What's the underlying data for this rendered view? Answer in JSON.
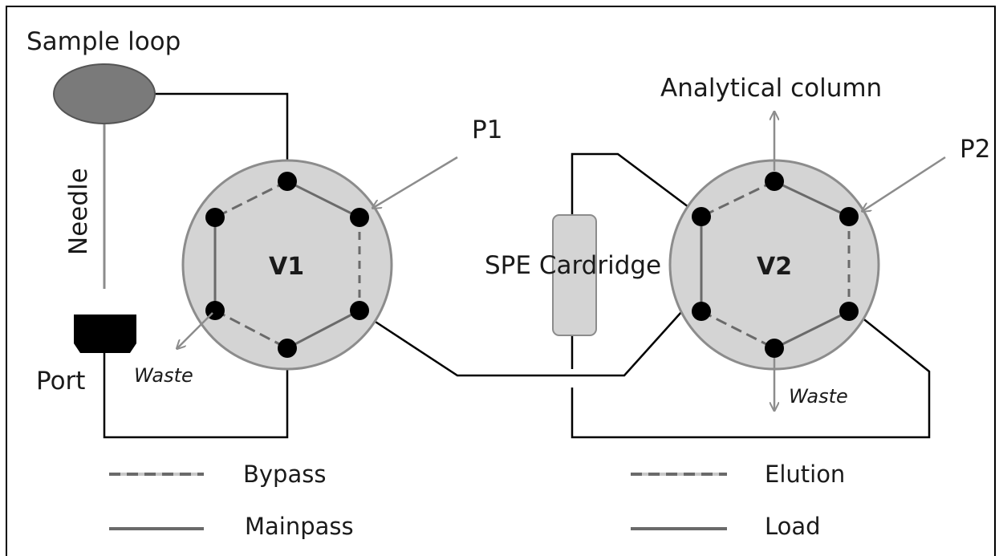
{
  "labels": {
    "sample_loop": "Sample loop",
    "needle": "Needle",
    "port": "Port",
    "waste_left": "Waste",
    "valve1": "V1",
    "p1": "P1",
    "spe_cartridge": "SPE Cardridge",
    "analytical_column": "Analytical column",
    "valve2": "V2",
    "p2": "P2",
    "waste_right": "Waste"
  },
  "legend": {
    "bypass": "Bypass",
    "mainpass": "Mainpass",
    "elution": "Elution",
    "load": "Load"
  },
  "colors": {
    "valve_fill": "#d4d4d4",
    "valve_stroke": "#8c8c8c",
    "port_dot": "#000000",
    "sample_loop_fill": "#7a7a7a",
    "cartridge_fill": "#d4d4d4",
    "pathway_line": "#6a6a6a",
    "connection_line": "#000000",
    "arrow": "#8c8c8c"
  }
}
